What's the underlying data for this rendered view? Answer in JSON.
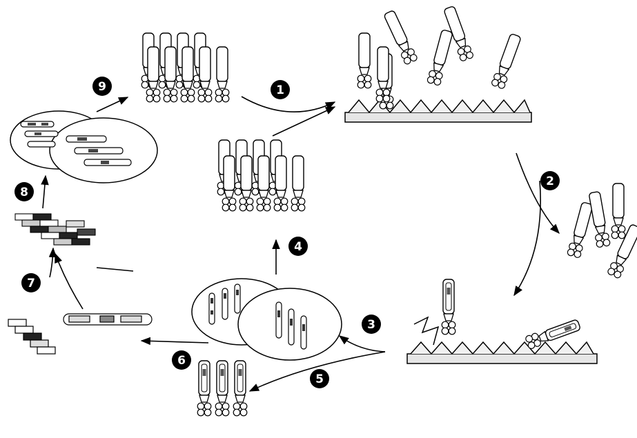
{
  "diagram": {
    "step_labels": [
      "1",
      "2",
      "3",
      "4",
      "5",
      "6",
      "7",
      "8",
      "9"
    ],
    "colors": {
      "ink": "#000000",
      "paper": "#ffffff",
      "fill_light": "#f2f2f2",
      "fill_mid": "#bdbdbd",
      "fill_dark": "#202020",
      "substrate": "#dcdcdc"
    }
  }
}
